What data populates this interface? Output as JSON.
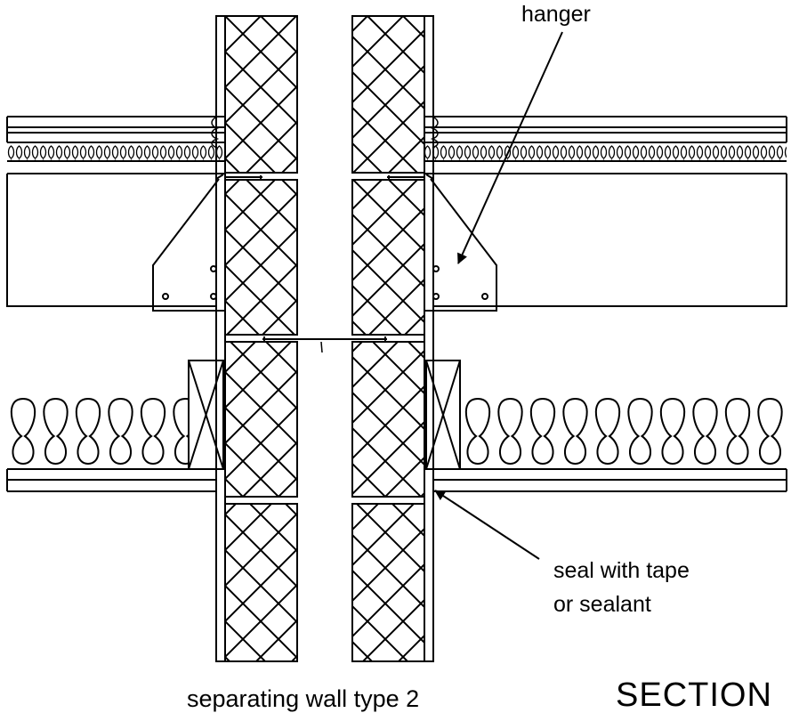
{
  "labels": {
    "hanger": "hanger",
    "seal_line1": "seal with tape",
    "seal_line2": "or sealant",
    "caption": "separating wall type 2",
    "section": "SECTION"
  },
  "colors": {
    "line": "#000000",
    "background": "#ffffff"
  }
}
